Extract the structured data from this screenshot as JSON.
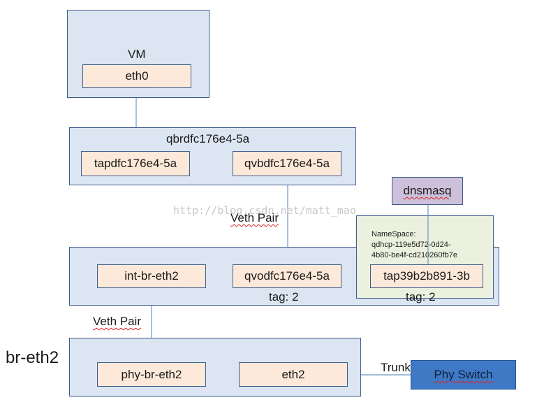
{
  "vm": {
    "title": "VM",
    "port": "eth0"
  },
  "qbr": {
    "title": "qbrdfc176e4-5a",
    "tap": "tapdfc176e4-5a",
    "qvb": "qvbdfc176e4-5a"
  },
  "veth_pair_top": "Veth Pair",
  "watermark": "http://blog.csdn.net/matt_mao",
  "br_int": {
    "port_int": "int-br-eth2",
    "qvo": "qvodfc176e4-5a",
    "tag_qvo": "tag: 2"
  },
  "dnsmasq": "dnsmasq",
  "namespace": {
    "line1": "NameSpace:",
    "line2": "qdhcp-119e5d72-0d24-",
    "line3": "4b80-be4f-cd210260fb7e",
    "tap": "tap39b2b891-3b",
    "tag": "tag: 2"
  },
  "veth_pair_bottom": "Veth Pair",
  "br_eth2": {
    "title": "br-eth2",
    "phy_port": "phy-br-eth2",
    "eth": "eth2"
  },
  "trunk": "Trunk",
  "phy_switch": "Phy Switch",
  "colors": {
    "container_fill": "#dce6f2",
    "port_fill": "#fde9d9",
    "border": "#3f5d8c",
    "namespace_fill": "#ebf1de",
    "dnsmasq_fill": "#ccc0da",
    "switch_fill": "#3f79c6"
  }
}
